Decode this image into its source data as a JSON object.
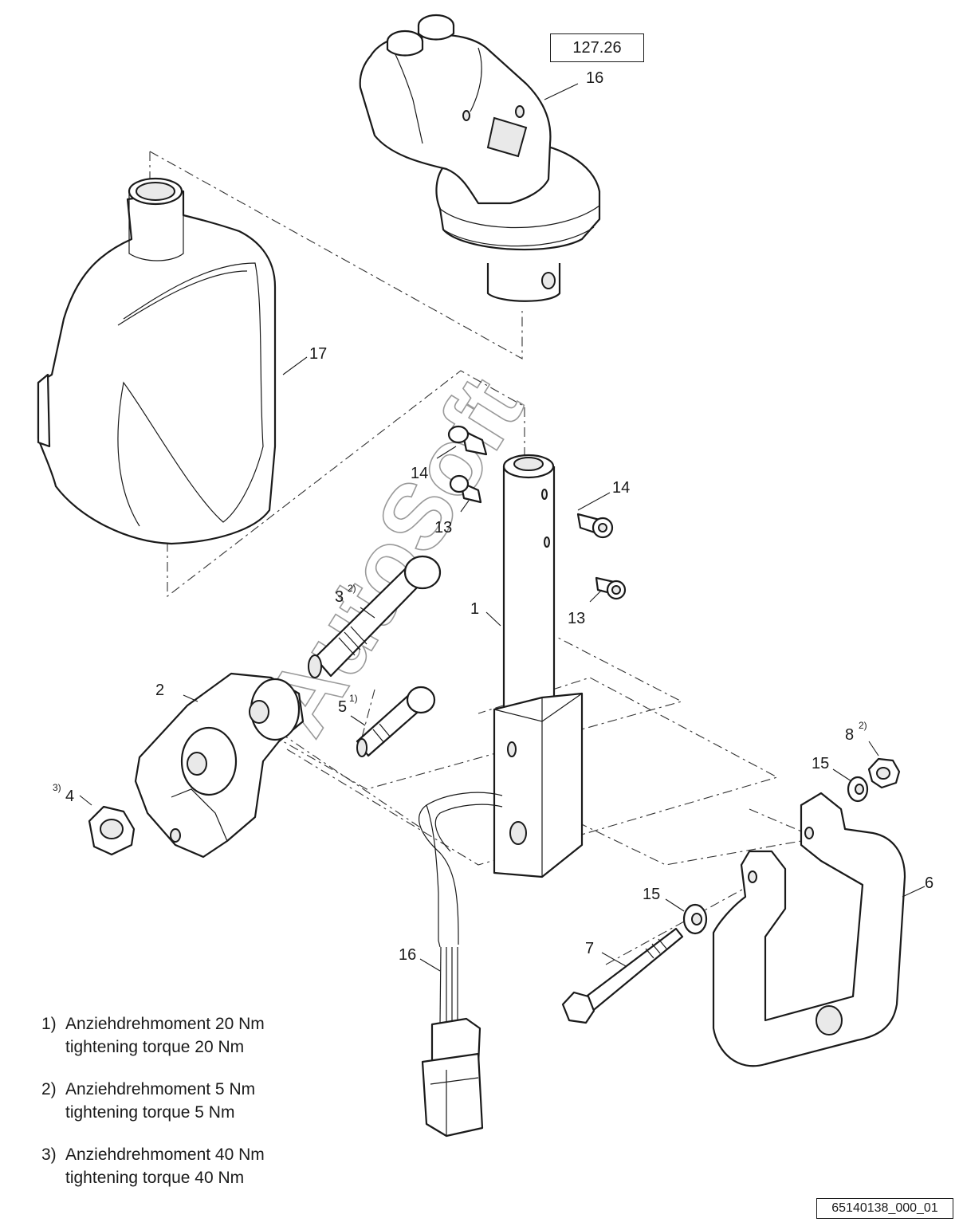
{
  "reference_box": "127.26",
  "drawing_number": "65140138_000_01",
  "watermark": "AutoSoft",
  "callouts": {
    "c16_top": "16",
    "c17": "17",
    "c14_left": "14",
    "c13_left": "13",
    "c14_right": "14",
    "c13_right": "13",
    "c3": "3",
    "c3_sup": "2)",
    "c1": "1",
    "c2": "2",
    "c5": "5",
    "c5_sup": "1)",
    "c4": "4",
    "c4_sup": "3)",
    "c8": "8",
    "c8_sup": "2)",
    "c15_upper": "15",
    "c15_lower": "15",
    "c6": "6",
    "c7": "7",
    "c16_bottom": "16"
  },
  "notes": [
    {
      "num": "1)",
      "line1": "Anziehdrehmoment 20 Nm",
      "line2": "tightening torque 20 Nm"
    },
    {
      "num": "2)",
      "line1": "Anziehdrehmoment 5 Nm",
      "line2": "tightening torque 5 Nm"
    },
    {
      "num": "3)",
      "line1": "Anziehdrehmoment 40 Nm",
      "line2": "tightening torque 40 Nm"
    }
  ]
}
